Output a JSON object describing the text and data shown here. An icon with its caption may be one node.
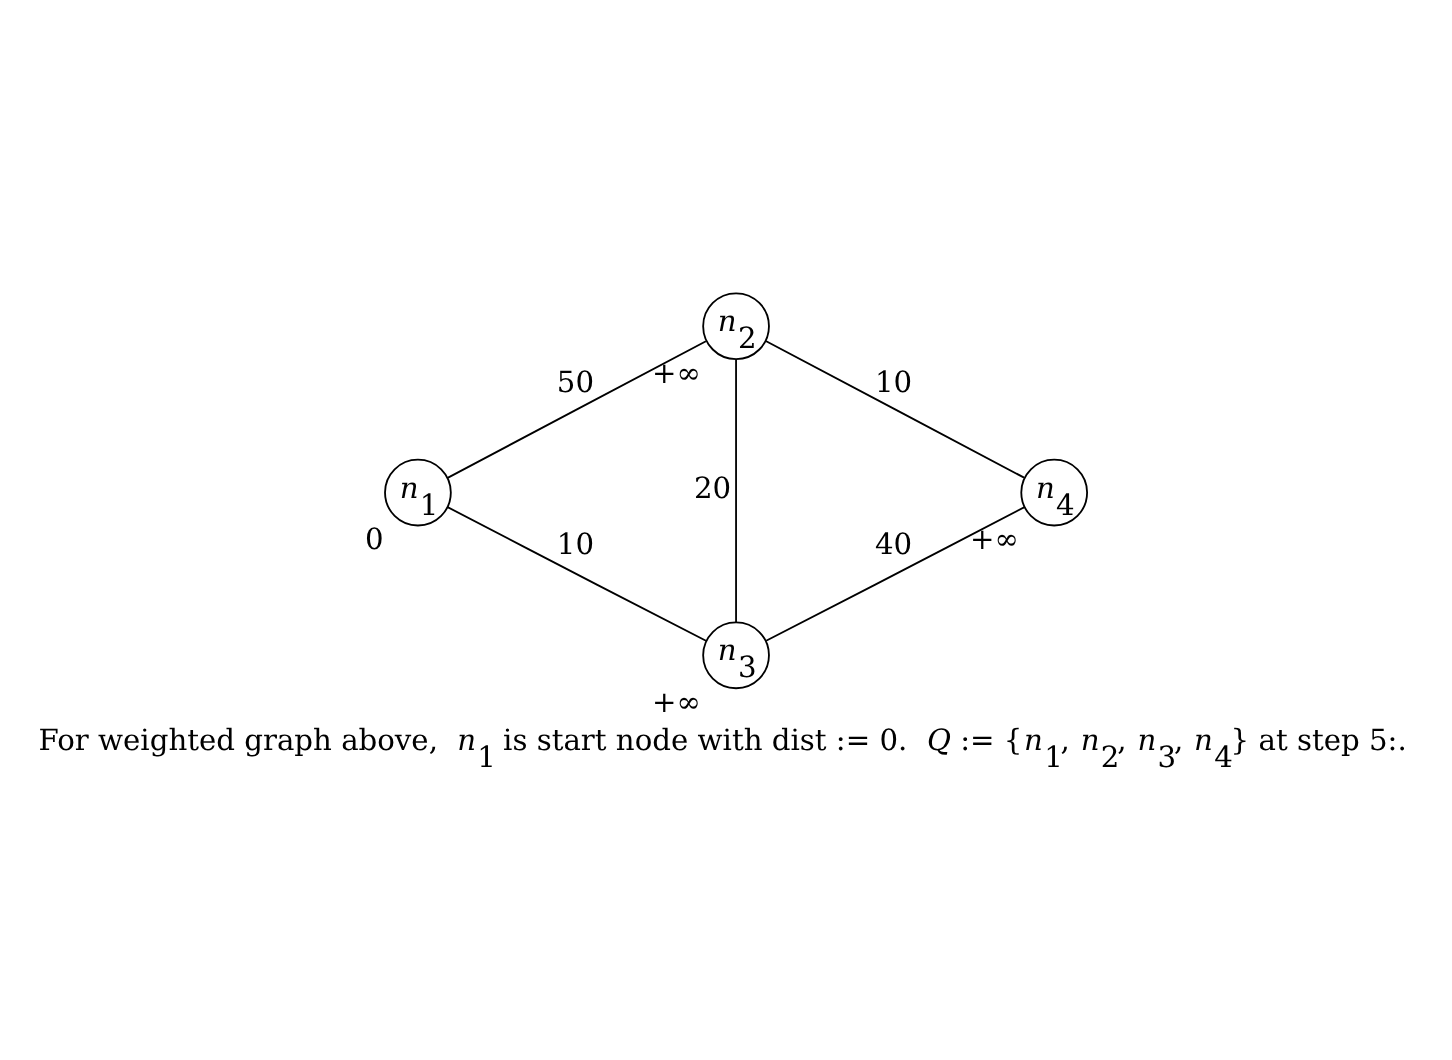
{
  "diagram": {
    "caption": "For weighted graph above, *n*$_{1}$ is start node with dist := 0. *Q* := {*n*$_{1}$, *n*$_{2}$, *n*$_{3}$, *n*$_{4}$} at step 5:.",
    "nodes": [
      {
        "text": [
          "*n*$_{1}$"
        ],
        "beside": [
          "0"
        ]
      },
      {
        "text": [
          "*n*$_{2}$"
        ],
        "beside": [
          "+∞"
        ]
      },
      {
        "text": [
          "*n*$_{3}$"
        ],
        "beside": [
          "+∞"
        ]
      },
      {
        "text": [
          "*n*$_{4}$"
        ],
        "beside": [
          "+∞"
        ]
      }
    ],
    "edges": [
      {
        "from": 0,
        "to": 1,
        "arrow": "none",
        "label": "50"
      },
      {
        "from": 0,
        "to": 2,
        "arrow": "none",
        "label": "10"
      },
      {
        "from": 1,
        "to": 2,
        "arrow": "none",
        "label": "20"
      },
      {
        "from": 1,
        "to": 3,
        "arrow": "none",
        "label": "10"
      },
      {
        "from": 2,
        "to": 3,
        "arrow": "none",
        "label": "40"
      }
    ]
  }
}
